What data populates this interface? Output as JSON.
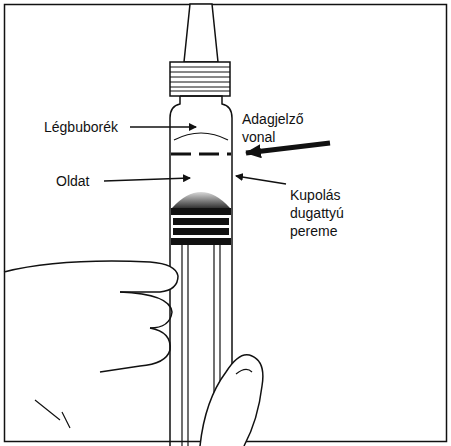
{
  "diagram": {
    "labels": [
      "Légbuborék",
      "Oldat",
      "Adagjelző vonal",
      "Kupolás dugattyú pereme"
    ]
  }
}
